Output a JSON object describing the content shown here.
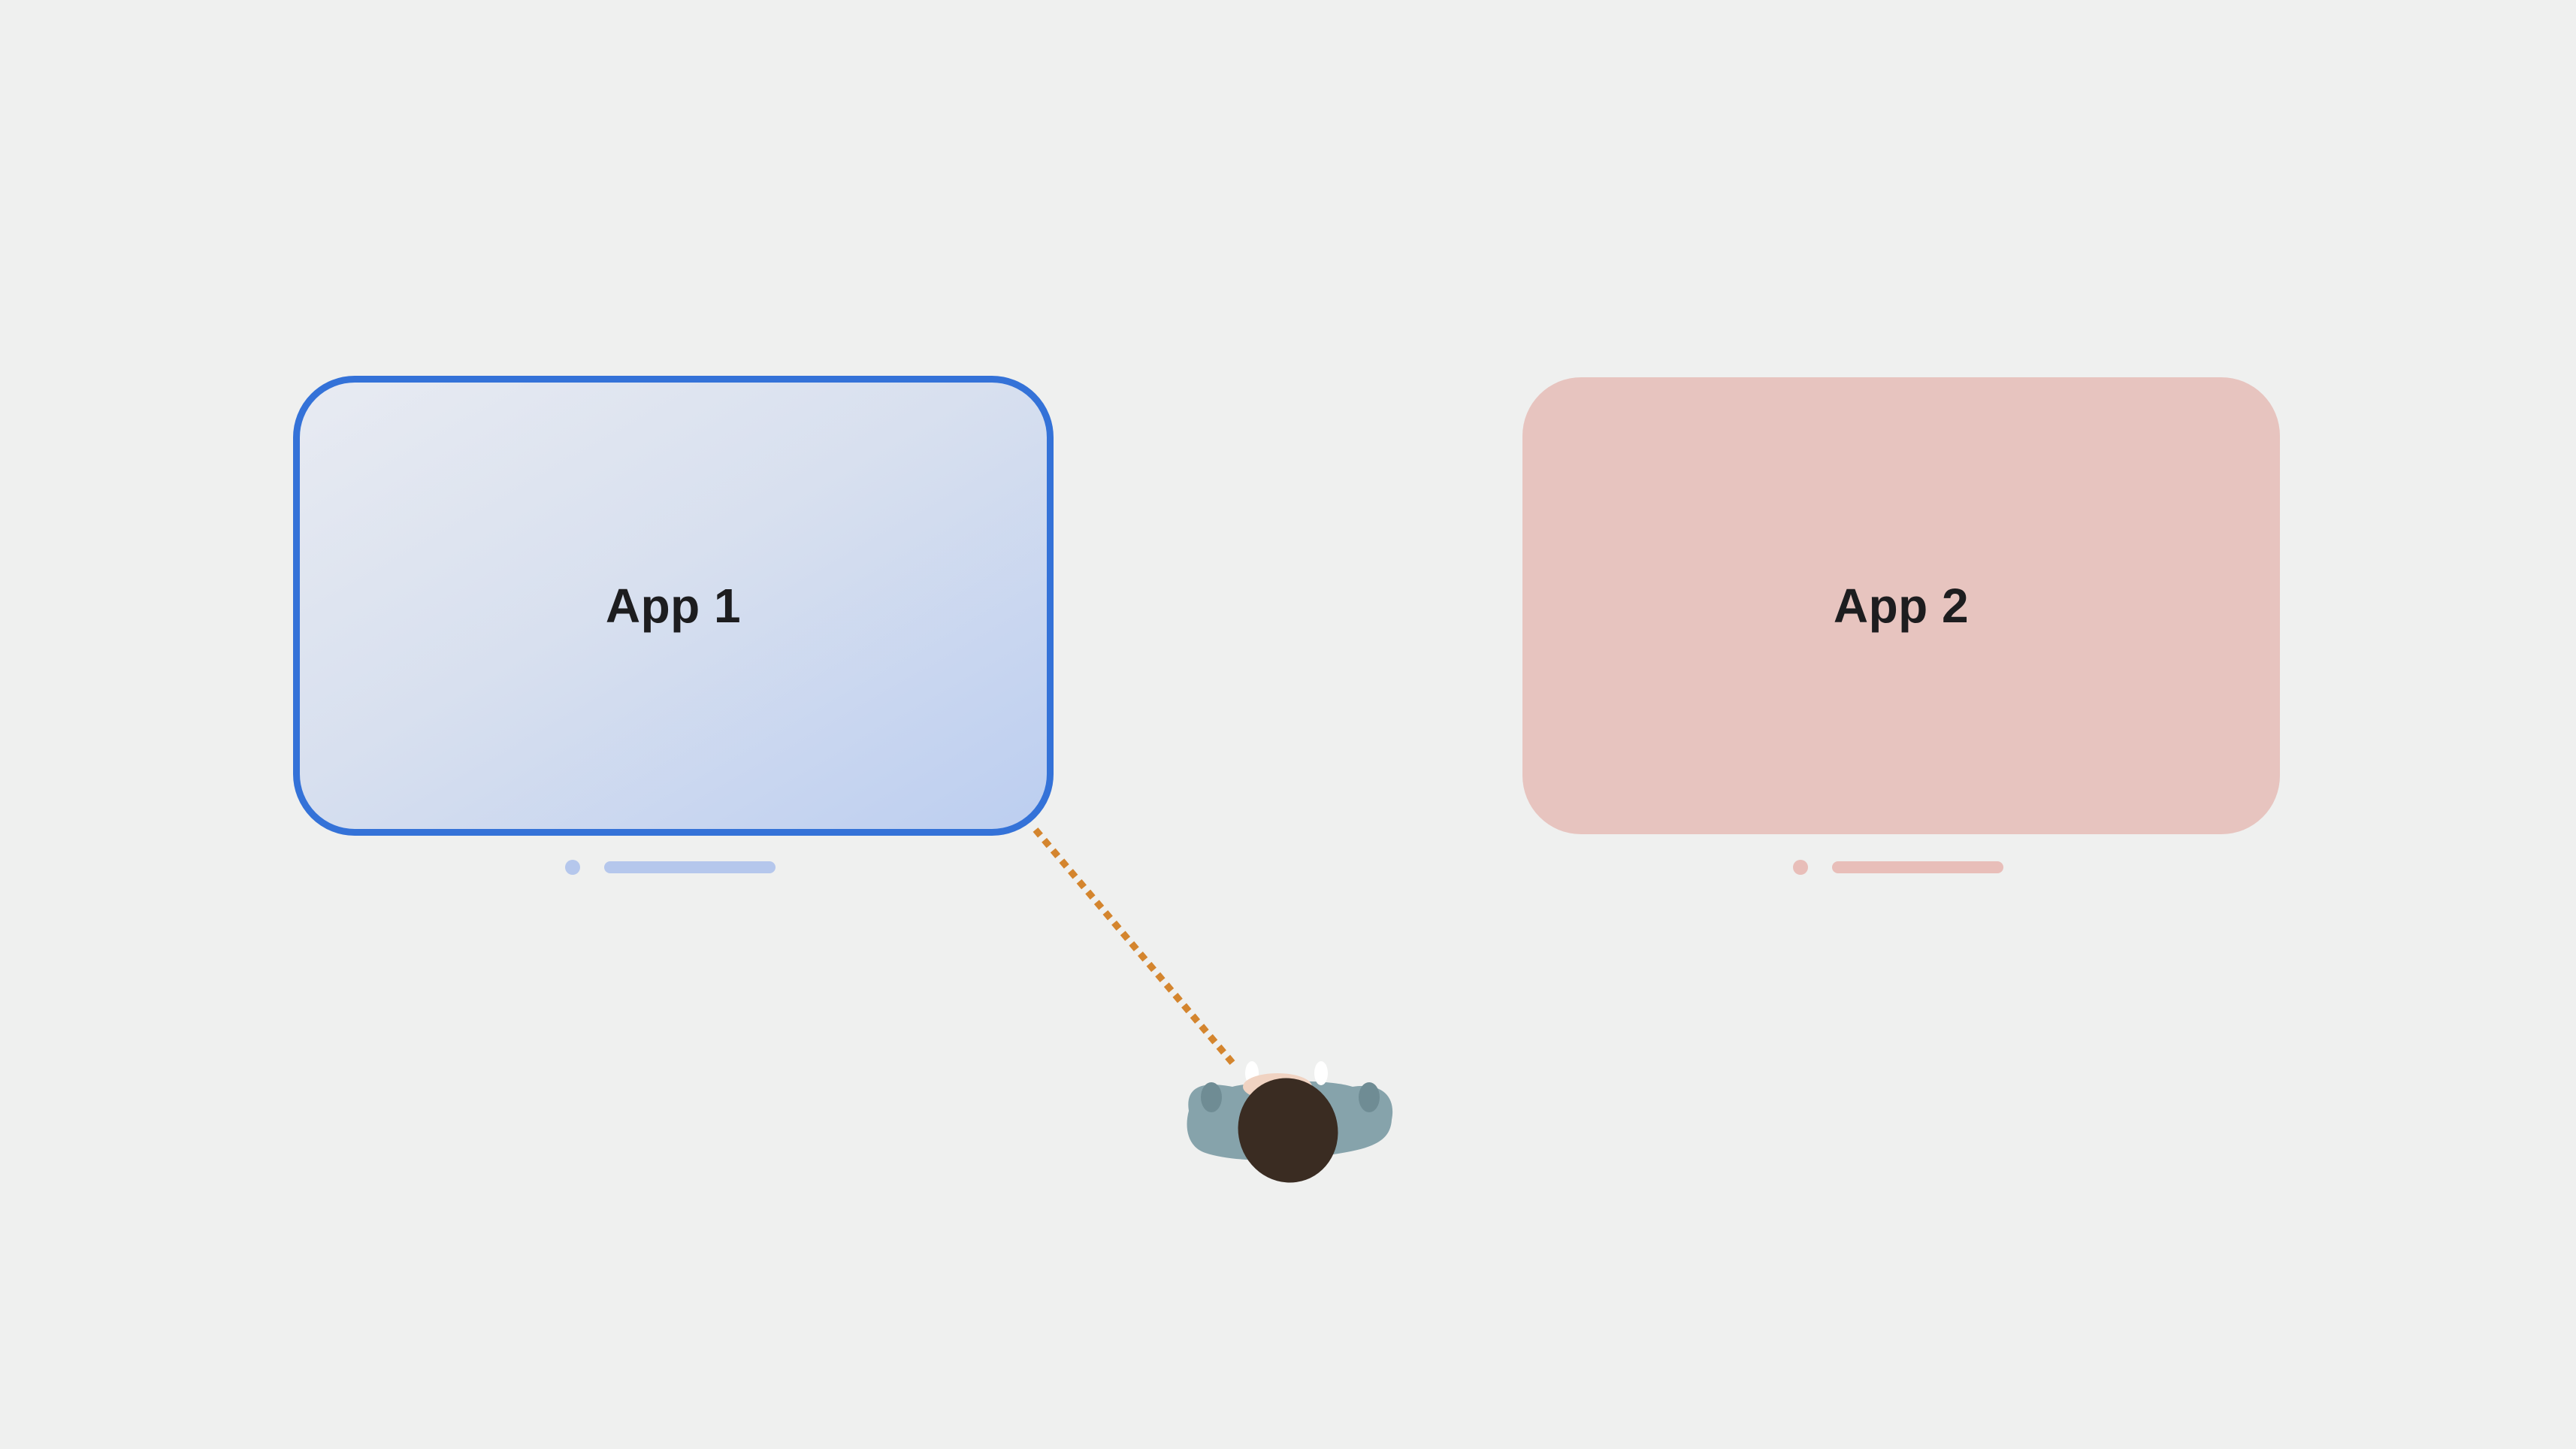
{
  "windows": [
    {
      "id": "app-1",
      "title": "App 1",
      "focused": true,
      "accent": "#3472d8",
      "fill": "#c8d5ee"
    },
    {
      "id": "app-2",
      "title": "App 2",
      "focused": false,
      "fill": "#e7c4bf"
    }
  ],
  "gaze_line_color": "#d4852e",
  "person": {
    "hair": "#3a2c22",
    "shirt": "#86a3ab",
    "skin": "#f0d3c2"
  }
}
